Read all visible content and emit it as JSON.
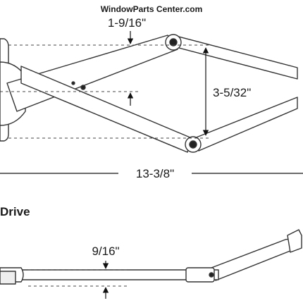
{
  "watermark": "WindowParts Center.com",
  "dimensions": {
    "top_offset": "1-9/16\"",
    "vertical_span": "3-5/32\"",
    "overall_length": "13-3/8\""
  },
  "section_label": "Drive",
  "side_view": {
    "thickness": "9/16\""
  }
}
